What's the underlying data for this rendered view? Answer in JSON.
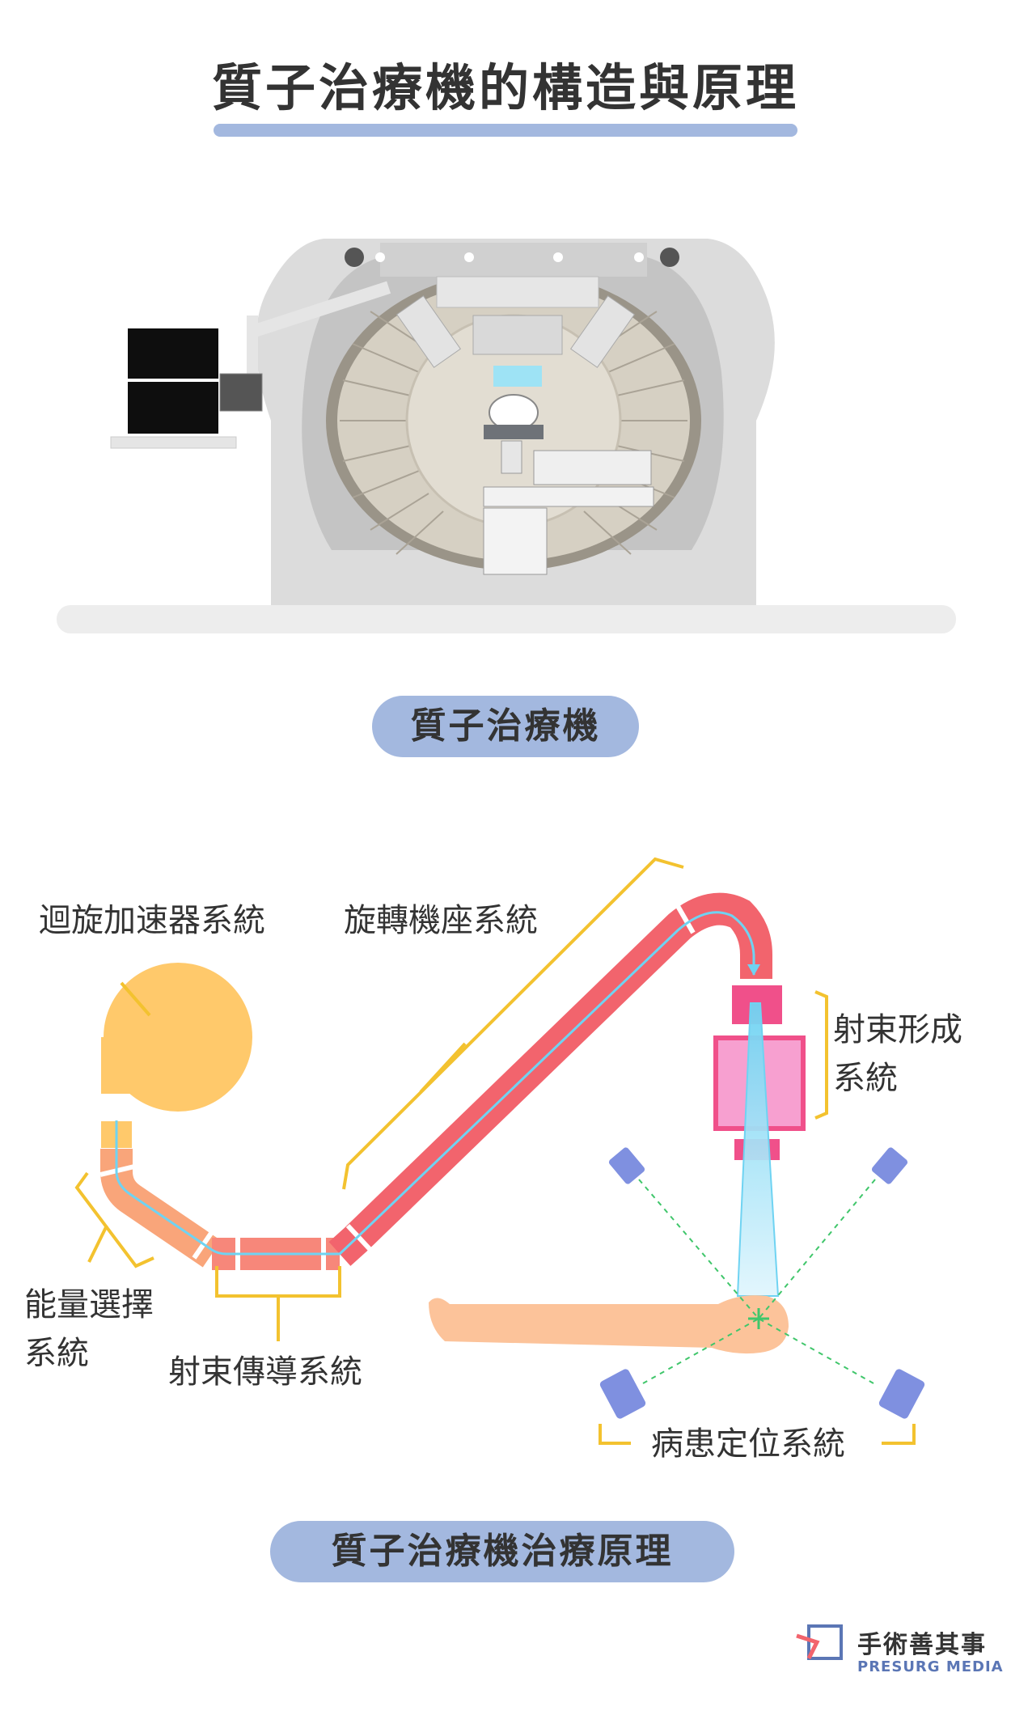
{
  "title": "質子治療機的構造與原理",
  "machine_caption": "質子治療機",
  "principle_caption": "質子治療機治療原理",
  "labels": {
    "cyclotron": "迴旋加速器系統",
    "gantry": "旋轉機座系統",
    "beam_forming_1": "射束形成",
    "beam_forming_2": "系統",
    "energy_selection_1": "能量選擇",
    "energy_selection_2": "系統",
    "beam_transport": "射束傳導系統",
    "patient_positioning": "病患定位系統"
  },
  "brand": {
    "name_cn": "手術善其事",
    "name_en": "PRESURG MEDIA"
  },
  "colors": {
    "accent_blue": "#a3b8df",
    "cyclotron_yellow": "#ffc96b",
    "energy_orange": "#f9a57a",
    "transport_salmon": "#f7877a",
    "gantry_red": "#f2646d",
    "beam_magenta": "#f0508a",
    "beam_cyan": "#6fd3f2",
    "bracket_yellow": "#f3c22f",
    "patient_skin": "#fcc39a",
    "camera_blue": "#7f90e0",
    "laser_green": "#40c66b"
  },
  "icons": [
    "brand-logo-icon",
    "xray-camera-icon",
    "target-crosshair-icon"
  ]
}
